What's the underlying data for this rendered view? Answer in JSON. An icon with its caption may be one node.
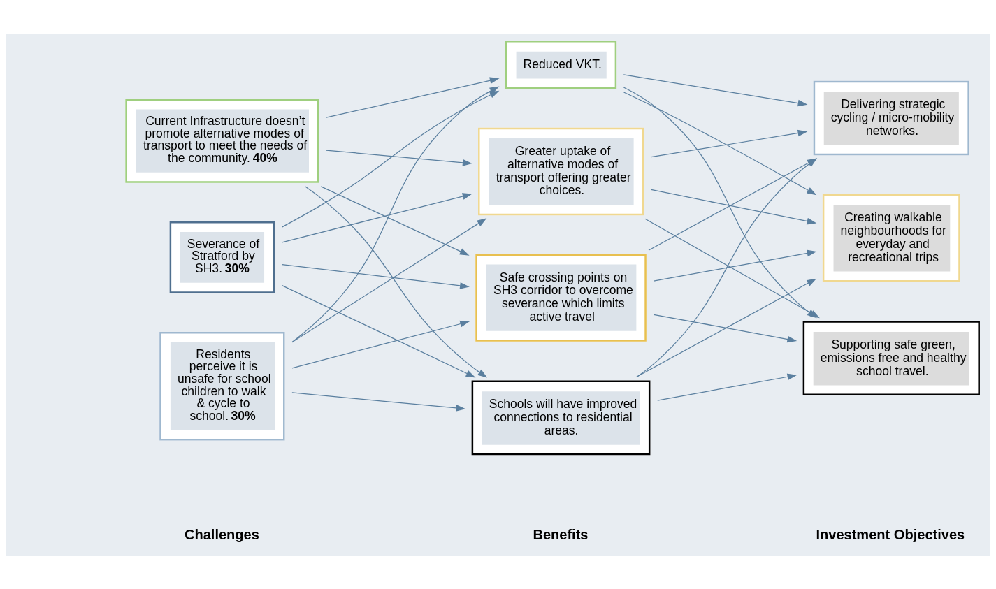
{
  "diagram": {
    "nodes": [
      {
        "text": [
          "Current Infrastructure doesn’t promote alternative modes of transport to meet the needs of the community. **40%**"
        ]
      },
      {
        "text": [
          "Severance of Stratford by SH3. **30%**"
        ]
      },
      {
        "text": [
          "Residents perceive it is unsafe for school children to walk & cycle to school. **30%**"
        ]
      },
      {
        "text": [
          "Reduced VKT."
        ]
      },
      {
        "text": [
          "Greater uptake of alternative modes of transport offering greater choices."
        ]
      },
      {
        "text": [
          "Safe crossing points on SH3 corridor to overcome severance which limits active travel"
        ]
      },
      {
        "text": [
          "Schools will have improved connections to residential areas."
        ]
      },
      {
        "text": [
          "Delivering strategic cycling / micro-mobility networks."
        ]
      },
      {
        "text": [
          "Creating walkable neighbourhoods for everyday and recreational trips"
        ]
      },
      {
        "text": [
          "Supporting safe green, emissions free and healthy school travel."
        ]
      }
    ],
    "edges": [
      {
        "from": 0,
        "to": 3,
        "arrow": "to"
      },
      {
        "from": 0,
        "to": 4,
        "arrow": "to"
      },
      {
        "from": 0,
        "to": 5,
        "arrow": "to"
      },
      {
        "from": 0,
        "to": 6,
        "arrow": "to"
      },
      {
        "from": 1,
        "to": 3,
        "arrow": "to"
      },
      {
        "from": 1,
        "to": 4,
        "arrow": "to"
      },
      {
        "from": 1,
        "to": 5,
        "arrow": "to"
      },
      {
        "from": 1,
        "to": 6,
        "arrow": "to"
      },
      {
        "from": 2,
        "to": 3,
        "arrow": "to"
      },
      {
        "from": 2,
        "to": 4,
        "arrow": "to"
      },
      {
        "from": 2,
        "to": 5,
        "arrow": "to"
      },
      {
        "from": 2,
        "to": 6,
        "arrow": "to"
      },
      {
        "from": 3,
        "to": 7,
        "arrow": "to"
      },
      {
        "from": 3,
        "to": 8,
        "arrow": "to"
      },
      {
        "from": 3,
        "to": 9,
        "arrow": "to"
      },
      {
        "from": 4,
        "to": 7,
        "arrow": "to"
      },
      {
        "from": 4,
        "to": 8,
        "arrow": "to"
      },
      {
        "from": 4,
        "to": 9,
        "arrow": "to"
      },
      {
        "from": 5,
        "to": 7,
        "arrow": "to"
      },
      {
        "from": 5,
        "to": 8,
        "arrow": "to"
      },
      {
        "from": 5,
        "to": 9,
        "arrow": "to"
      },
      {
        "from": 6,
        "to": 7,
        "arrow": "to"
      },
      {
        "from": 6,
        "to": 8,
        "arrow": "to"
      },
      {
        "from": 6,
        "to": 9,
        "arrow": "to"
      }
    ],
    "labels": [
      "Challenges",
      "Benefits",
      "Investment Objectives"
    ]
  }
}
